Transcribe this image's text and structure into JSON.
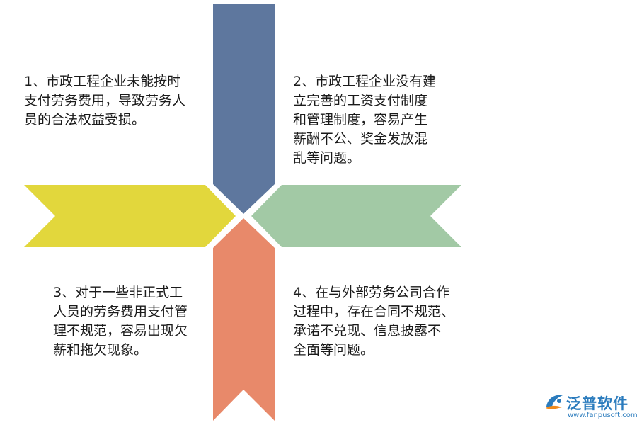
{
  "colors": {
    "top_arrow": "#5e779e",
    "bottom_arrow": "#e8896a",
    "left_arrow": "#e2d73c",
    "right_arrow": "#a2c9a5",
    "logo_blue": "#2a7bbd",
    "logo_orange": "#f08a1c"
  },
  "notes": [
    {
      "lines": [
        "1、市政工程企业未能按时",
        "支付劳务费用，导致劳务人",
        "员的合法权益受损。"
      ]
    },
    {
      "lines": [
        "2、市政工程企业没有建",
        "立完善的工资支付制度",
        "和管理制度，容易产生",
        "薪酬不公、奖金发放混",
        "乱等问题。"
      ]
    },
    {
      "lines": [
        "3、对于一些非正式工",
        "人员的劳务费用支付管",
        "理不规范，容易出现欠",
        "薪和拖欠现象。"
      ]
    },
    {
      "lines": [
        "4、在与外部劳务公司合作",
        "过程中，存在合同不规范、",
        "承诺不兑现、信息披露不",
        "全面等问题。"
      ]
    }
  ],
  "logo": {
    "icon": "fanpu-logo-icon",
    "name": "泛普软件",
    "url": "www.fanpusoft.com"
  }
}
